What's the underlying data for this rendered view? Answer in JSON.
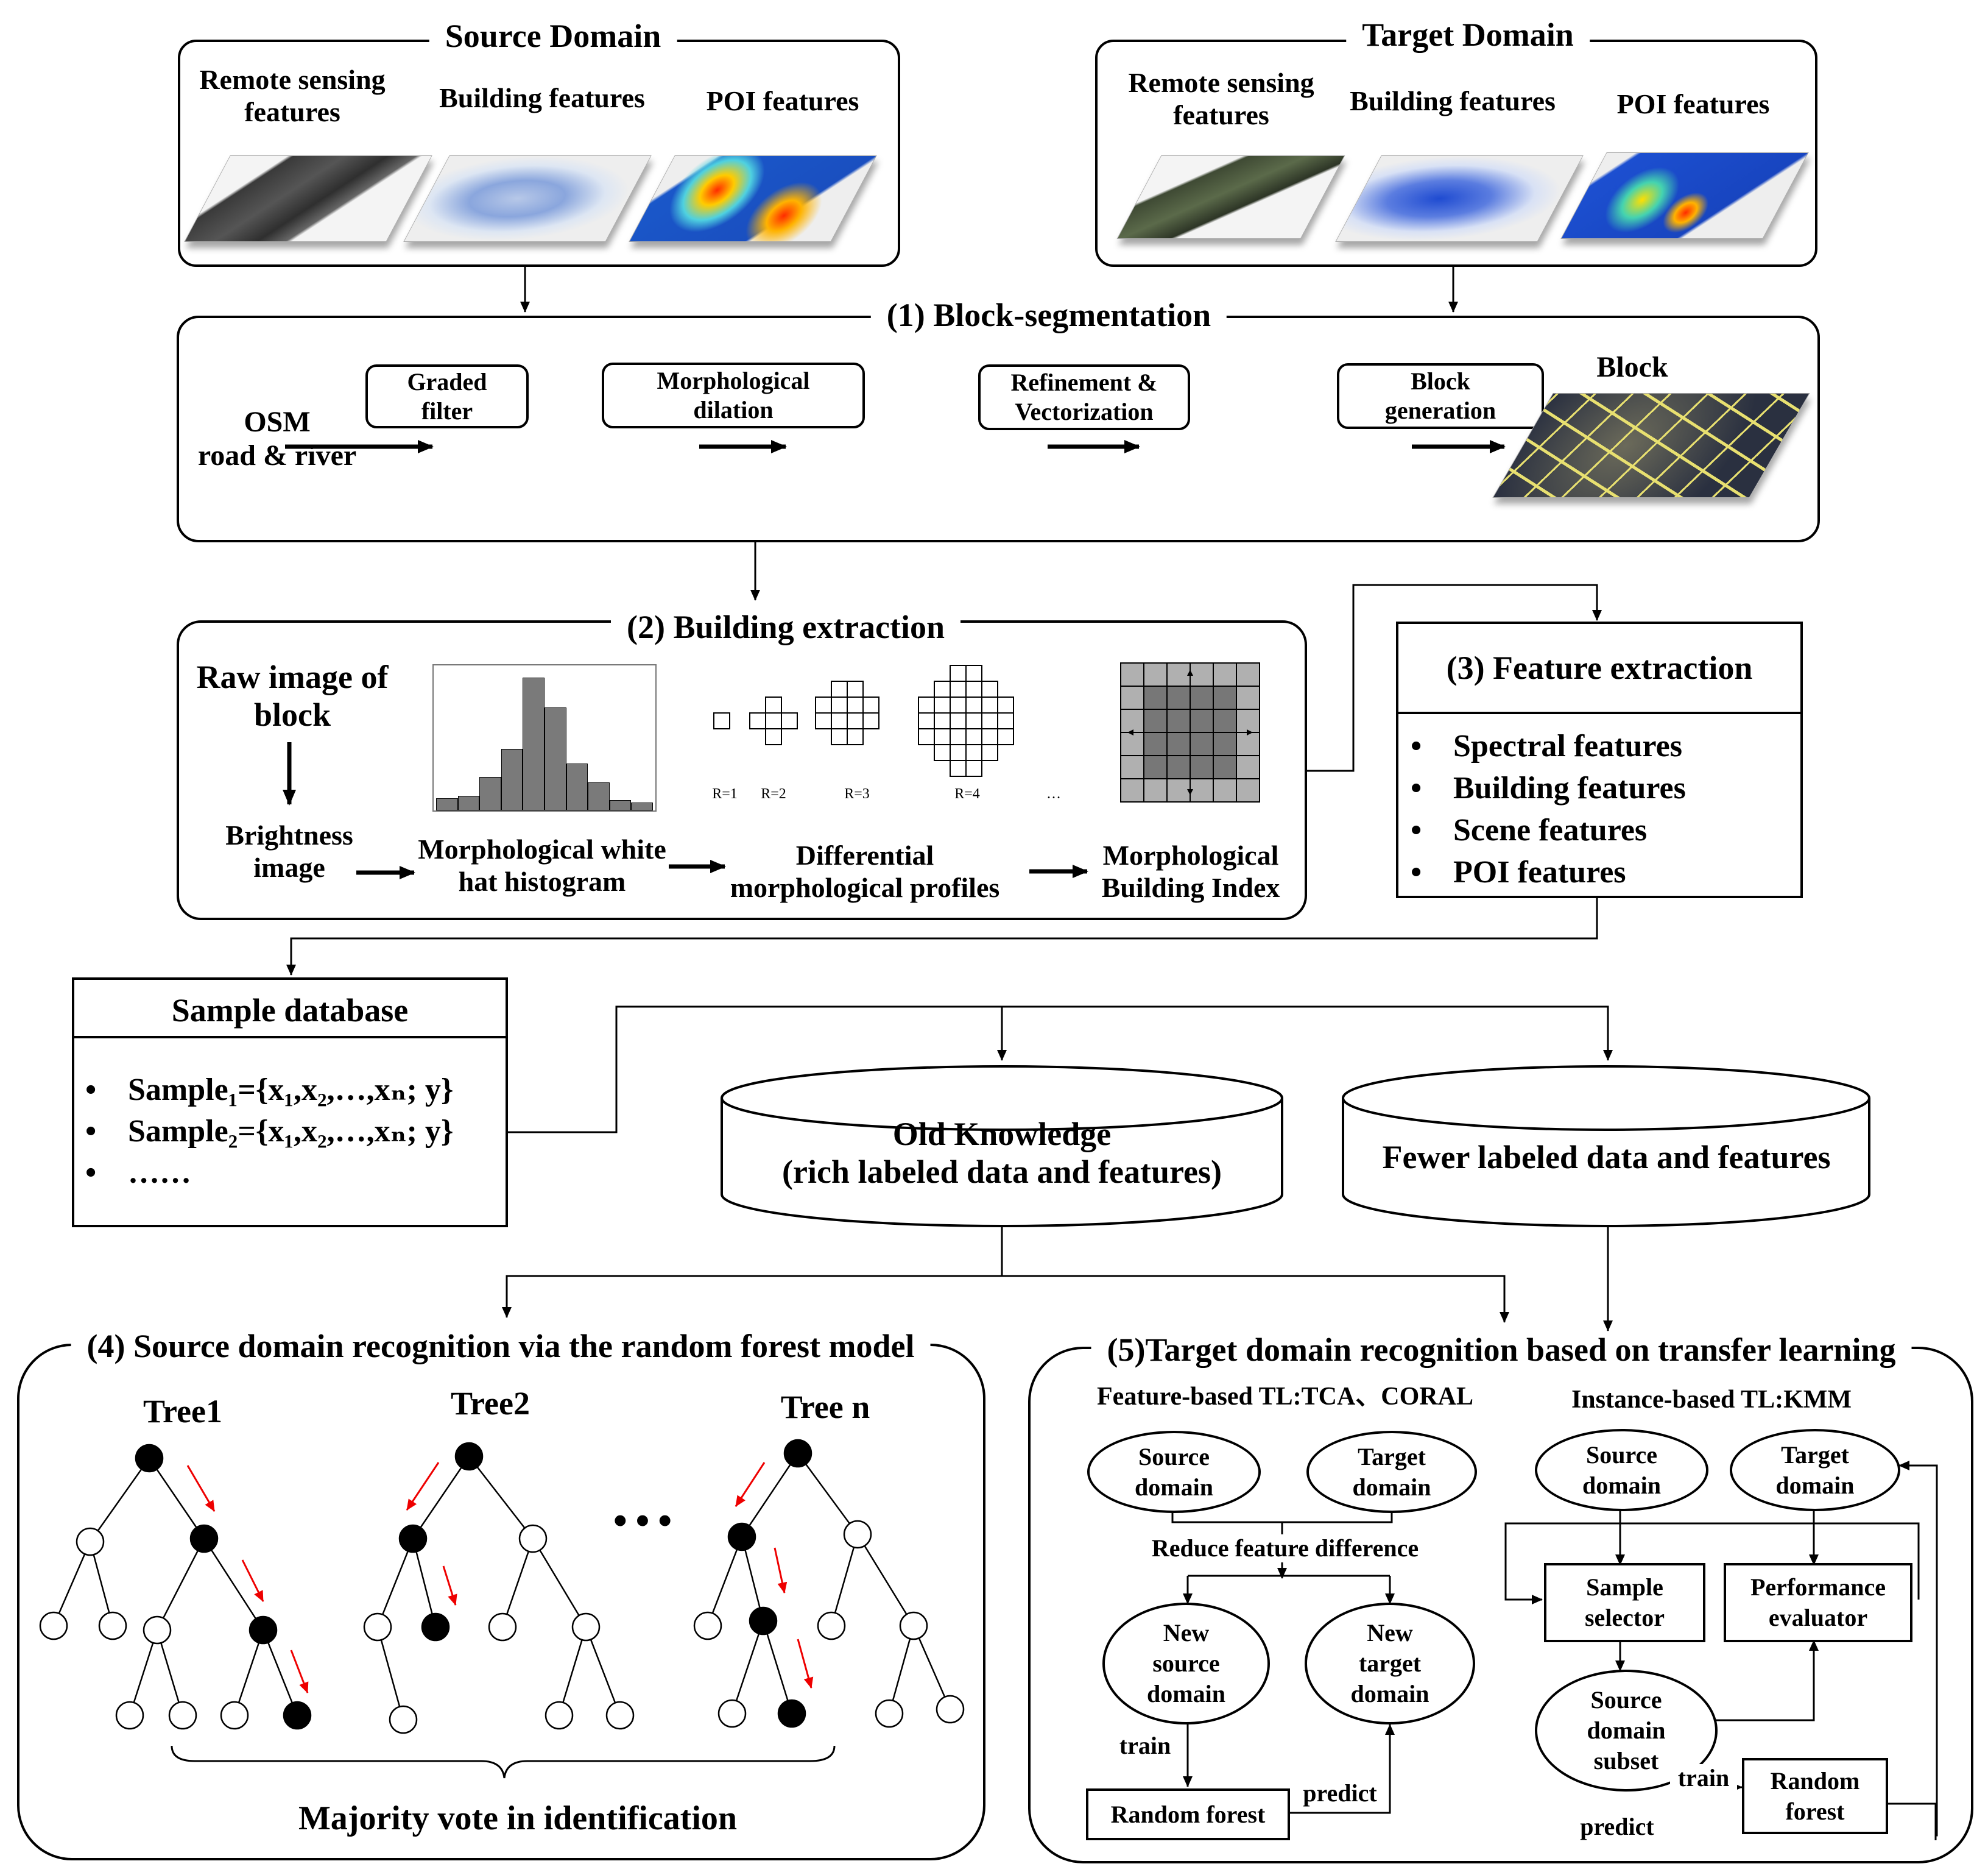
{
  "source_domain": {
    "title": "Source Domain",
    "labels": [
      "Remote sensing\nfeatures",
      "Building features",
      "POI features"
    ]
  },
  "target_domain": {
    "title": "Target Domain",
    "labels": [
      "Remote sensing\nfeatures",
      "Building features",
      "POI features"
    ]
  },
  "block_segmentation": {
    "title": "(1) Block-segmentation",
    "input": "OSM\nroad & river",
    "steps": [
      "Graded\nfilter",
      "Morphological\ndilation",
      "Refinement &\nVectorization",
      "Block\ngeneration"
    ],
    "output": "Block"
  },
  "building_extraction": {
    "title": "(2) Building extraction",
    "raw_image": "Raw image of\nblock",
    "brightness": "Brightness\nimage",
    "white_hat": "Morphological white\nhat histogram",
    "dmp": "Differential\nmorphological profiles",
    "mbi": "Morphological\nBuilding Index",
    "radius_labels": [
      "R=1",
      "R=2",
      "R=3",
      "R=4",
      "…"
    ]
  },
  "feature_extraction": {
    "title": "(3) Feature extraction",
    "items": [
      "Spectral features",
      "Building features",
      "Scene features",
      "POI features"
    ]
  },
  "sample_database": {
    "title": "Sample database",
    "items": [
      "Sample₁={x₁,x₂,…,xₙ; y}",
      "Sample₂={x₁,x₂,…,xₙ; y}",
      "……"
    ]
  },
  "old_knowledge": "Old Knowledge\n(rich labeled data and features)",
  "fewer_data": "Fewer labeled data and features",
  "source_recognition": {
    "title": "(4) Source domain recognition via the random forest model",
    "trees": [
      "Tree1",
      "Tree2",
      "Tree n"
    ],
    "ellipsis": "···",
    "vote": "Majority vote in identification"
  },
  "target_recognition": {
    "title": "(5)Target domain recognition based on transfer learning",
    "feature_based": {
      "title": "Feature-based TL:TCA、CORAL",
      "source": "Source\ndomain",
      "target": "Target\ndomain",
      "reduce": "Reduce feature difference",
      "new_source": "New\nsource\ndomain",
      "new_target": "New\ntarget\ndomain",
      "train": "train",
      "predict": "predict",
      "rf": "Random forest"
    },
    "instance_based": {
      "title": "Instance-based TL:KMM",
      "source": "Source\ndomain",
      "target": "Target\ndomain",
      "selector": "Sample\nselector",
      "evaluator": "Performance\nevaluator",
      "subset": "Source\ndomain\nsubset",
      "train": "train",
      "rf": "Random\nforest",
      "predict": "predict"
    }
  }
}
